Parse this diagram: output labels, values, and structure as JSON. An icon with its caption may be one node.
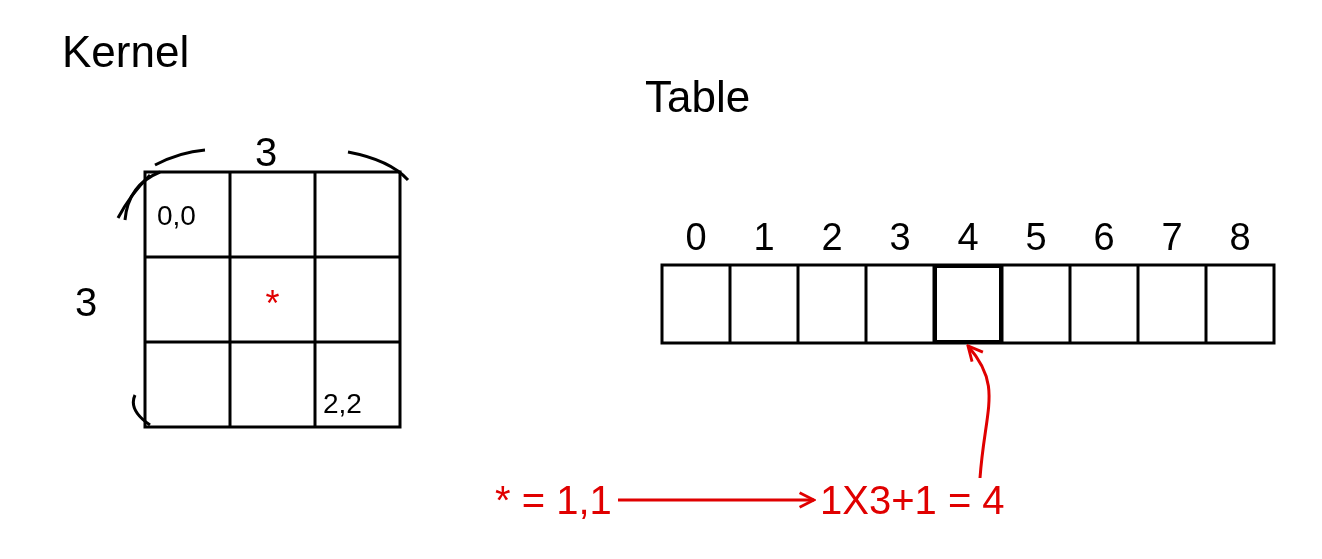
{
  "diagram": {
    "nodes": [
      {
        "text": [
          "* = 1,1"
        ]
      },
      {
        "text": [
          "1X3+1 = 4"
        ]
      },
      {
        "text": [],
        "shape": "box"
      }
    ],
    "edges": [
      {
        "from": 0,
        "to": 1,
        "arrow": "to"
      },
      {
        "from": 1,
        "to": 2,
        "arrow": "to"
      }
    ],
    "labels": [
      "Kernel",
      "3",
      "0,0",
      "3",
      "*",
      "2,2",
      "Table",
      "0",
      "1",
      "2",
      "3",
      "4",
      "5",
      "6",
      "7",
      "8"
    ]
  }
}
